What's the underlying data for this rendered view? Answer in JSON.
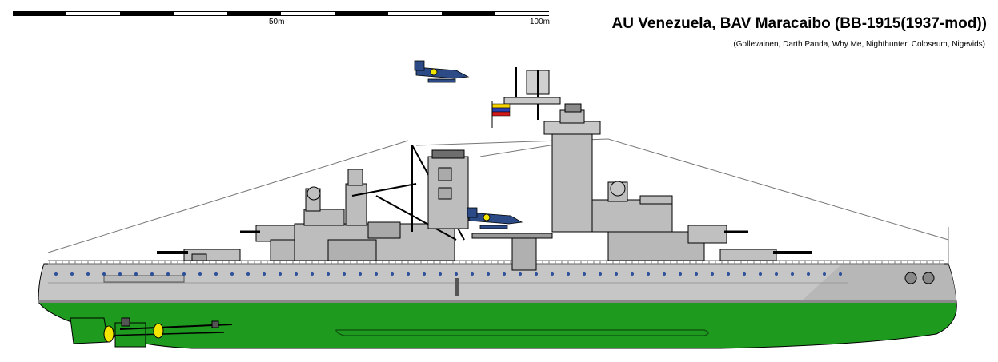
{
  "title": "AU Venezuela, BAV Maracaibo (BB-1915(1937-mod))",
  "credits": "(Gollevainen, Darth Panda, Why Me, Nighthunter, Coloseum, Nigevids)",
  "scale": {
    "label_mid": "50m",
    "label_end": "100m"
  },
  "colors": {
    "hull_grey": "#c6c6c6",
    "underwater_green": "#1e9a1e",
    "superstructure_grey": "#bdbdbd",
    "dark_grey": "#8a8a8a",
    "outline": "#000000",
    "aircraft_blue": "#2b4a86",
    "propeller_yellow": "#f2e600",
    "dark_green": "#0f6a0f"
  },
  "icons": {
    "flag": "venezuela-flag-icon",
    "aircraft": "seaplane-icon",
    "propeller": "propeller-icon"
  }
}
